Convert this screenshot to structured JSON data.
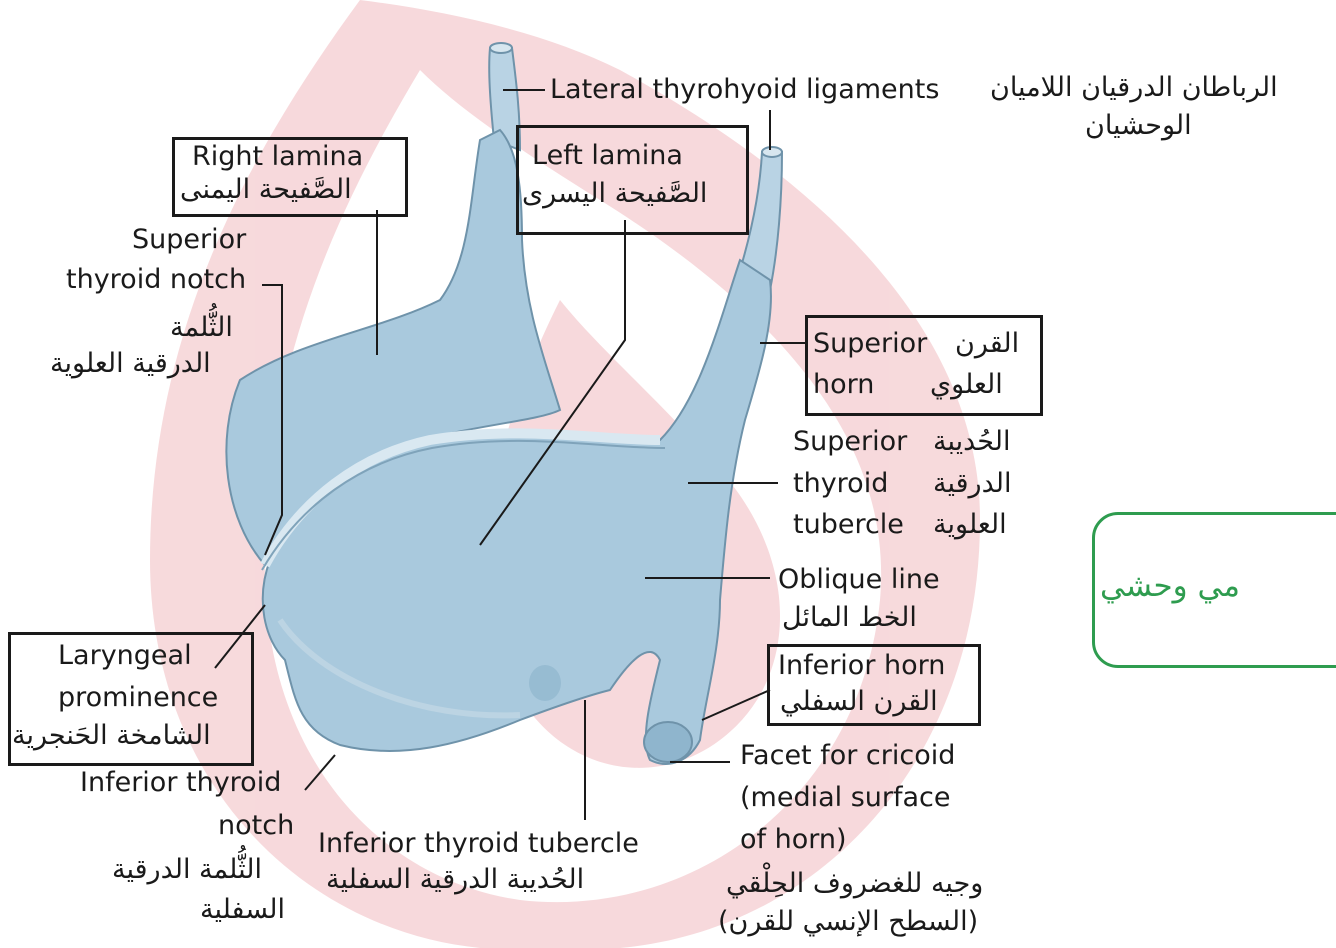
{
  "colors": {
    "watermark": "#f3c4c7",
    "cartilage_fill": "#a9c9dd",
    "cartilage_light": "#c7dcea",
    "cartilage_stroke": "#6f93aa",
    "accent_green": "#2e9c4f",
    "leader_line": "#1a1a1a"
  },
  "labels": {
    "lateral_thyrohyoid_en": "Lateral thyrohyoid ligaments",
    "lateral_thyrohyoid_ar1": "الرباطان الدرقيان اللاميان",
    "lateral_thyrohyoid_ar2": "الوحشيان",
    "right_lamina_en": "Right lamina",
    "right_lamina_ar": "الصَّفيحة اليمنى",
    "left_lamina_en": "Left lamina",
    "left_lamina_ar": "الصَّفيحة اليسرى",
    "superior_notch_en1": "Superior",
    "superior_notch_en2": "thyroid notch",
    "superior_notch_ar1": "الثُّلمة",
    "superior_notch_ar2": "الدرقية العلوية",
    "superior_horn_en1": "Superior",
    "superior_horn_en2": "horn",
    "superior_horn_ar1": "القرن",
    "superior_horn_ar2": "العلوي",
    "superior_tubercle_en1": "Superior",
    "superior_tubercle_en2": "thyroid",
    "superior_tubercle_en3": "tubercle",
    "superior_tubercle_ar1": "الحُديبة",
    "superior_tubercle_ar2": "الدرقية",
    "superior_tubercle_ar3": "العلوية",
    "oblique_line_en": "Oblique line",
    "oblique_line_ar": "الخط المائل",
    "inferior_horn_en": "Inferior horn",
    "inferior_horn_ar": "القرن السفلي",
    "laryngeal_prom_en1": "Laryngeal",
    "laryngeal_prom_en2": "prominence",
    "laryngeal_prom_ar": "الشامخة الحَنجرية",
    "inferior_notch_en1": "Inferior thyroid",
    "inferior_notch_en2": "notch",
    "inferior_notch_ar1": "الثُّلمة الدرقية",
    "inferior_notch_ar2": "السفلية",
    "inferior_tubercle_en": "Inferior thyroid tubercle",
    "inferior_tubercle_ar": "الحُديبة الدرقية السفلية",
    "facet_en1": "Facet for cricoid",
    "facet_en2": "(medial surface",
    "facet_en3": "of horn)",
    "facet_ar1": "وجيه للغضروف الحِلْقي",
    "facet_ar2": "(السطح الإنسي للقرن)"
  },
  "side_note": "مي وحشي"
}
